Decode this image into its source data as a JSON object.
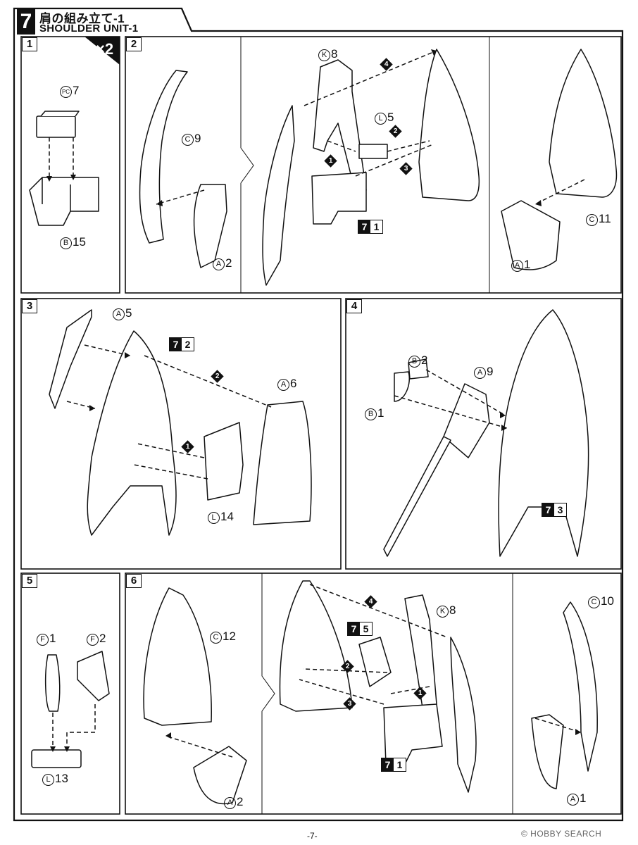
{
  "header": {
    "step_number": "7",
    "title_jp": "肩の組み立て-1",
    "title_en": "SHOULDER UNIT-1"
  },
  "multiplier": "×2",
  "steps": {
    "s1": "1",
    "s2": "2",
    "s3": "3",
    "s4": "4",
    "s5": "5",
    "s6": "6"
  },
  "labels": {
    "pc7": {
      "letter": "PC",
      "num": "7"
    },
    "b15": {
      "letter": "B",
      "num": "15"
    },
    "c9": {
      "letter": "C",
      "num": "9"
    },
    "a2_top": {
      "letter": "A",
      "num": "2"
    },
    "k8_top": {
      "letter": "K",
      "num": "8"
    },
    "l5": {
      "letter": "L",
      "num": "5"
    },
    "c11": {
      "letter": "C",
      "num": "11"
    },
    "a1_top": {
      "letter": "A",
      "num": "1"
    },
    "a5": {
      "letter": "A",
      "num": "5"
    },
    "a6": {
      "letter": "A",
      "num": "6"
    },
    "l14": {
      "letter": "L",
      "num": "14"
    },
    "b2": {
      "letter": "B",
      "num": "2"
    },
    "a9": {
      "letter": "A",
      "num": "9"
    },
    "b1": {
      "letter": "B",
      "num": "1"
    },
    "f1": {
      "letter": "F",
      "num": "1"
    },
    "f2": {
      "letter": "F",
      "num": "2"
    },
    "l13": {
      "letter": "L",
      "num": "13"
    },
    "c12": {
      "letter": "C",
      "num": "12"
    },
    "a2_bot": {
      "letter": "A",
      "num": "2"
    },
    "k8_bot": {
      "letter": "K",
      "num": "8"
    },
    "c10": {
      "letter": "C",
      "num": "10"
    },
    "a1_bot": {
      "letter": "A",
      "num": "1"
    }
  },
  "refs": {
    "r71_top": {
      "a": "7",
      "b": "1"
    },
    "r72": {
      "a": "7",
      "b": "2"
    },
    "r73": {
      "a": "7",
      "b": "3"
    },
    "r75": {
      "a": "7",
      "b": "5"
    },
    "r71_bot": {
      "a": "7",
      "b": "1"
    }
  },
  "order_marks": [
    "1",
    "2",
    "3",
    "4"
  ],
  "footer": {
    "page": "-7-",
    "watermark": "© HOBBY SEARCH"
  }
}
